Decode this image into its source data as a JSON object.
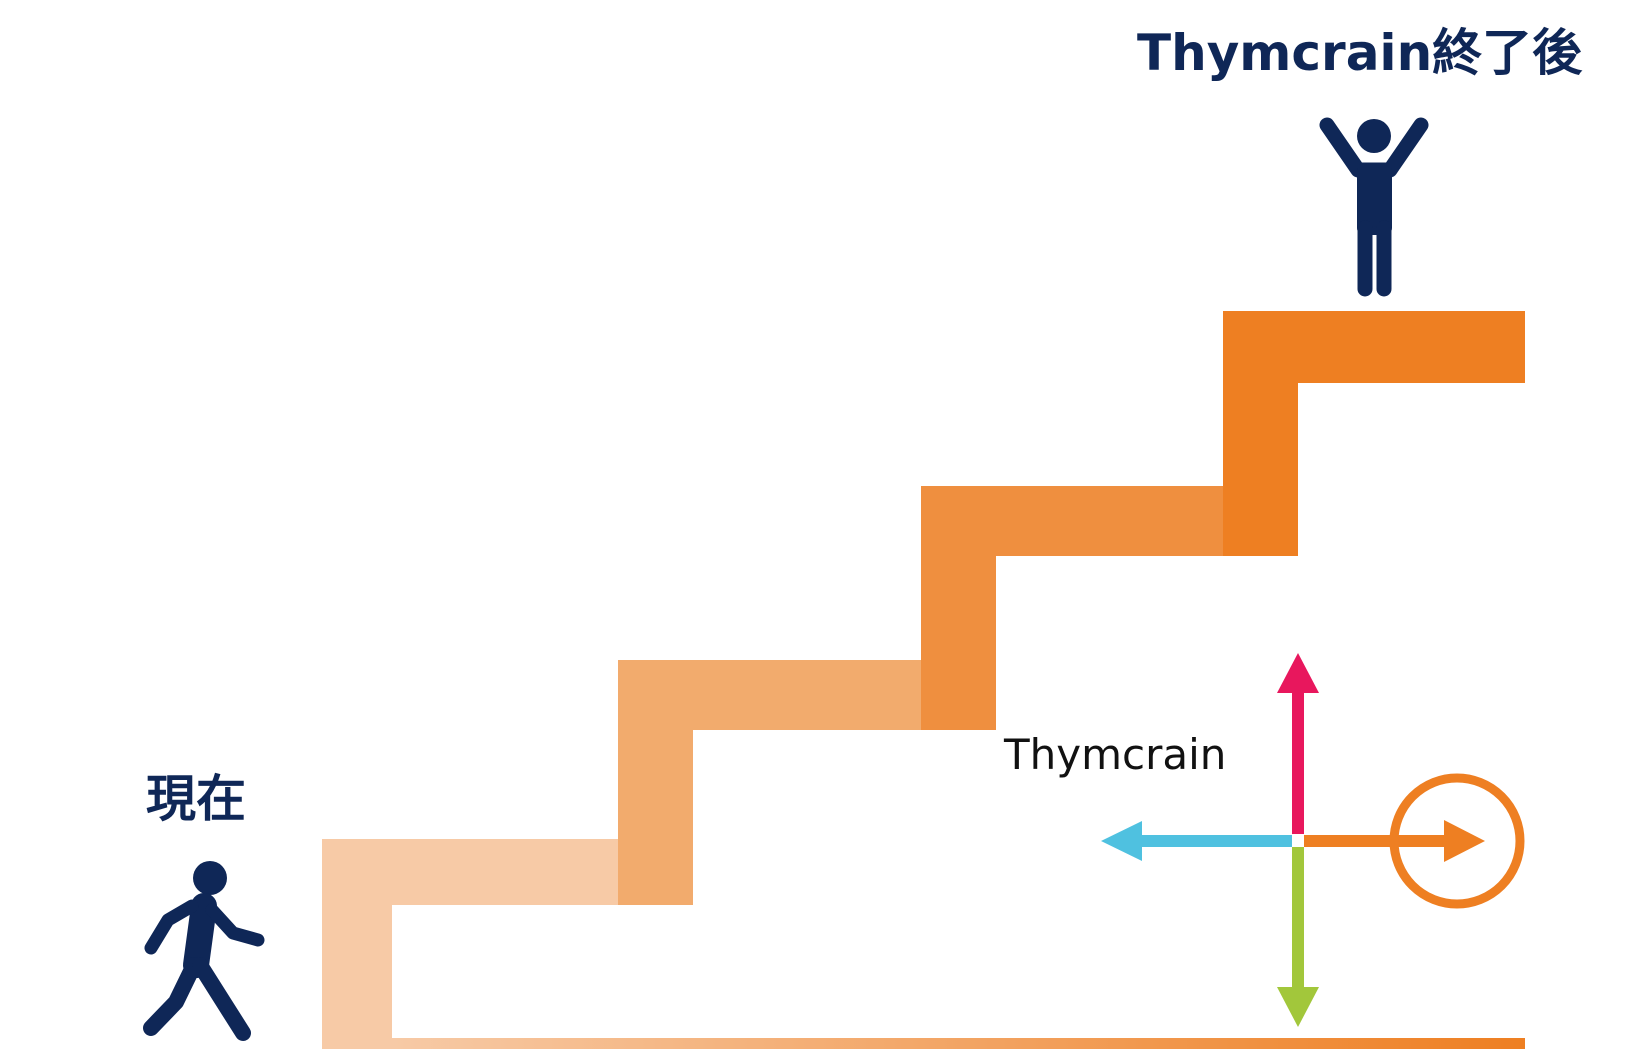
{
  "labels": {
    "goal": "Thymcrain終了後",
    "current": "現在",
    "compass": "Thymcrain"
  },
  "icons": {
    "goal_figure": "person-arms-raised-icon",
    "current_figure": "person-walking-icon"
  },
  "colors": {
    "navy": "#0f2757",
    "step_1": "#f7caa6",
    "step_2": "#f2ab6d",
    "step_3": "#ef8f3f",
    "step_4": "#ee7f22",
    "arrow_up": "#e8175d",
    "arrow_left": "#4fc1e0",
    "arrow_right": "#ee7f22",
    "arrow_down": "#a2c73b"
  }
}
